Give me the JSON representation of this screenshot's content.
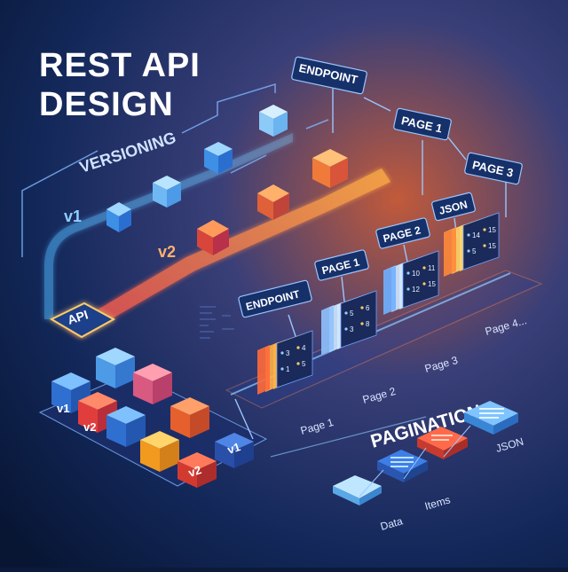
{
  "title": {
    "line1": "REST API",
    "line2": "DESIGN"
  },
  "versioning": {
    "label": "VERSIONING",
    "v1": "v1",
    "v2": "v2",
    "api_chip": "API",
    "endpoint_label": "ENDPOINT",
    "page1_label": "PAGE 1",
    "page3_label": "PAGE 3"
  },
  "pagination": {
    "label": "PAGINATION",
    "endpoint_label": "ENDPOINT",
    "tags": [
      "PAGE 1",
      "PAGE 2",
      "JSON"
    ],
    "stack_page_labels": [
      "Page 1",
      "Page 2",
      "Page 3",
      "Page 4..."
    ],
    "stack_rows": [
      [
        "3",
        "4",
        "1",
        "5"
      ],
      [
        "5",
        "6",
        "3",
        "8"
      ],
      [
        "10",
        "11",
        "12",
        "15"
      ],
      [
        "14",
        "15",
        "5",
        "15"
      ]
    ],
    "bottom_labels": [
      "Data",
      "Items",
      "JSON"
    ]
  },
  "cube_tiles": {
    "v1": "v1",
    "v2": "v2"
  },
  "colors": {
    "bg_dark": "#0b1a3a",
    "blue_glow": "#3fa9ff",
    "orange_glow": "#ff7a3a",
    "red_tile": "#e8452c",
    "yellow_tile": "#ffb52b"
  }
}
